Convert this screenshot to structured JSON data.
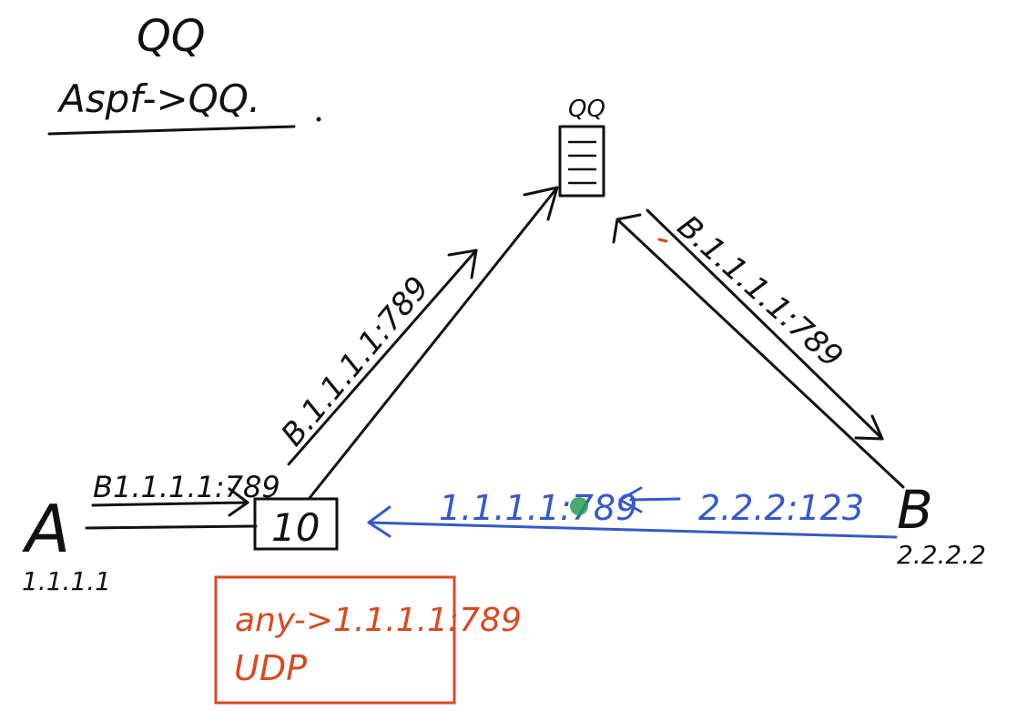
{
  "title": {
    "heading": "QQ",
    "subheading": "Aspf->QQ."
  },
  "nodes": {
    "server_label": "QQ",
    "a_label": "A",
    "a_ip": "1.1.1.1",
    "b_label": "B",
    "b_ip": "2.2.2.2",
    "nat_label": "10"
  },
  "edges": {
    "a_to_nat": "B1.1.1.1:789",
    "nat_to_server": "B.1.1.1.1:789",
    "server_to_b": "B.1.1.1.1:789",
    "b_to_nat_left": "1.1.1.1:789",
    "b_to_nat_right": "2.2.2:123"
  },
  "annotation_box": {
    "line1": "any->1.1.1.1:789",
    "line2": "UDP",
    "color": "#d94a1f"
  },
  "colors": {
    "ink": "#111111",
    "blue": "#3559c9",
    "red": "#d94a1f",
    "dot": "#2f9a55"
  }
}
